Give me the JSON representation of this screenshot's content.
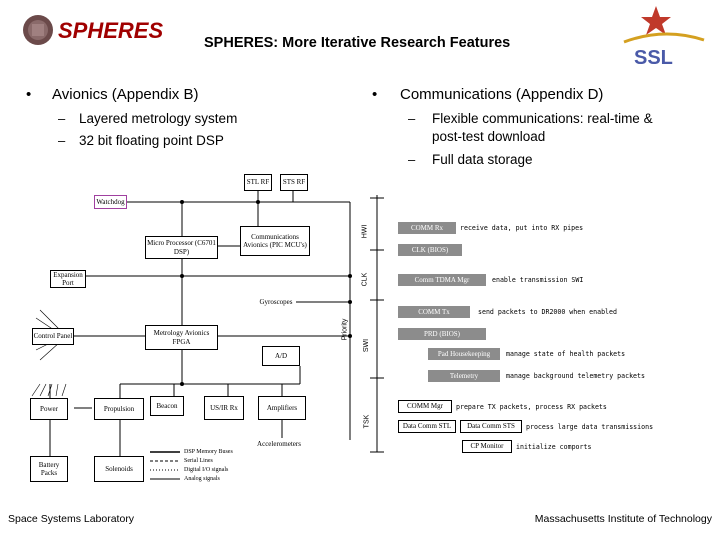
{
  "header": {
    "logo_text": "SPHERES",
    "title": "SPHERES: More Iterative Research Features",
    "right_logo_text": "SSL"
  },
  "left": {
    "heading": "Avionics (Appendix B)",
    "items": [
      "Layered metrology system",
      "32 bit floating point DSP"
    ]
  },
  "right": {
    "heading": "Communications (Appendix D)",
    "items": [
      "Flexible communications: real-time &",
      "post-test download",
      "Full data storage"
    ]
  },
  "hardware": {
    "watchdog": "Watchdog",
    "stl_rf": "STL RF",
    "sts_rf": "STS RF",
    "micro": "Micro Processor (C6701 DSP)",
    "comm_avionics": "Communications Avionics (PIC MCU's)",
    "expansion": "Expansion Port",
    "gyroscopes": "Gyroscopes",
    "control_panel": "Control Panel",
    "metrology": "Metrology Avionics FPGA",
    "ad": "A/D",
    "power": "Power",
    "propulsion": "Propulsion",
    "beacon": "Beacon",
    "usir": "US/IR Rx",
    "amplifiers": "Amplifiers",
    "accelerometers": "Accelerometers",
    "battery": "Battery Packs",
    "solenoids": "Solenoids",
    "legend": [
      "DSP Memory Buses",
      "Serial Lines",
      "Digital I/O signals",
      "Analog signals"
    ]
  },
  "software": {
    "labels": {
      "hwi": "HWI",
      "clk": "CLK",
      "swi": "SWI",
      "tsk": "TSK",
      "priority": "Priority"
    },
    "rows": [
      {
        "box": "COMM Rx",
        "text": "receive data, put into RX pipes"
      },
      {
        "box": "CLK (BIOS)",
        "text": ""
      },
      {
        "box": "Comm TDMA Mgr",
        "text": "enable transmission SWI"
      },
      {
        "box": "COMM Tx",
        "text": "send packets to DR2000 when enabled"
      },
      {
        "box": "PRD (BIOS)",
        "text": ""
      },
      {
        "box": "Pad Housekeeping",
        "text": "manage state of health packets"
      },
      {
        "box": "Telemetry",
        "text": "manage background telemetry packets"
      },
      {
        "box": "COMM Mgr",
        "text": "prepare TX packets, process RX packets"
      },
      {
        "box": "Data Comm STL",
        "text": ""
      },
      {
        "box": "Data Comm STS",
        "text": "process large data transmissions"
      },
      {
        "box": "CP Monitor",
        "text": "initialize comports"
      }
    ]
  },
  "footer": {
    "left": "Space Systems Laboratory",
    "right": "Massachusetts Institute of Technology"
  }
}
